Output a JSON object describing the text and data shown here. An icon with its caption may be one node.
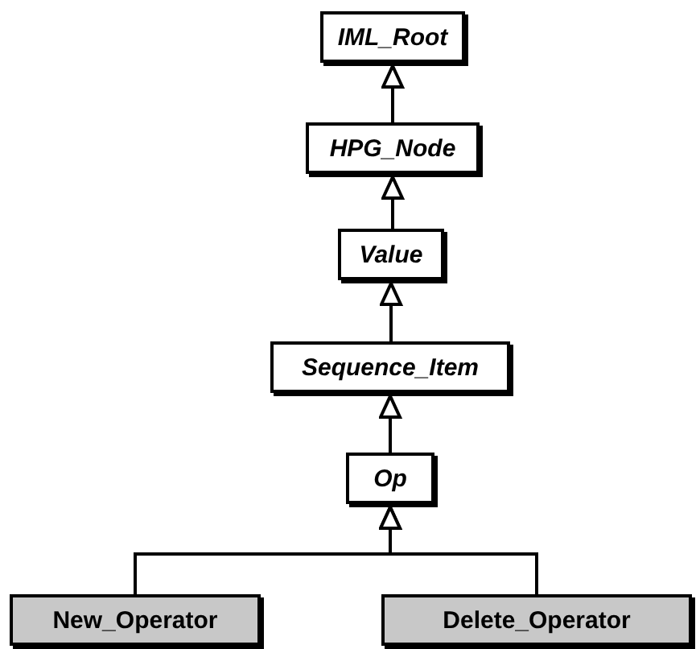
{
  "diagram": {
    "nodes": [
      {
        "text": [
          "IML_Root"
        ]
      },
      {
        "text": [
          "HPG_Node"
        ]
      },
      {
        "text": [
          "Value"
        ]
      },
      {
        "text": [
          "Sequence_Item"
        ]
      },
      {
        "text": [
          "Op"
        ]
      },
      {
        "text": [
          "New_Operator"
        ]
      },
      {
        "text": [
          "Delete_Operator"
        ]
      }
    ],
    "edges": [
      {
        "from": 1,
        "to": 0,
        "arrow": "to"
      },
      {
        "from": 2,
        "to": 1,
        "arrow": "to"
      },
      {
        "from": 3,
        "to": 2,
        "arrow": "to"
      },
      {
        "from": 4,
        "to": 3,
        "arrow": "to"
      },
      {
        "from": 5,
        "to": 4,
        "arrow": "to"
      },
      {
        "from": 6,
        "to": 4,
        "arrow": "to"
      }
    ]
  }
}
